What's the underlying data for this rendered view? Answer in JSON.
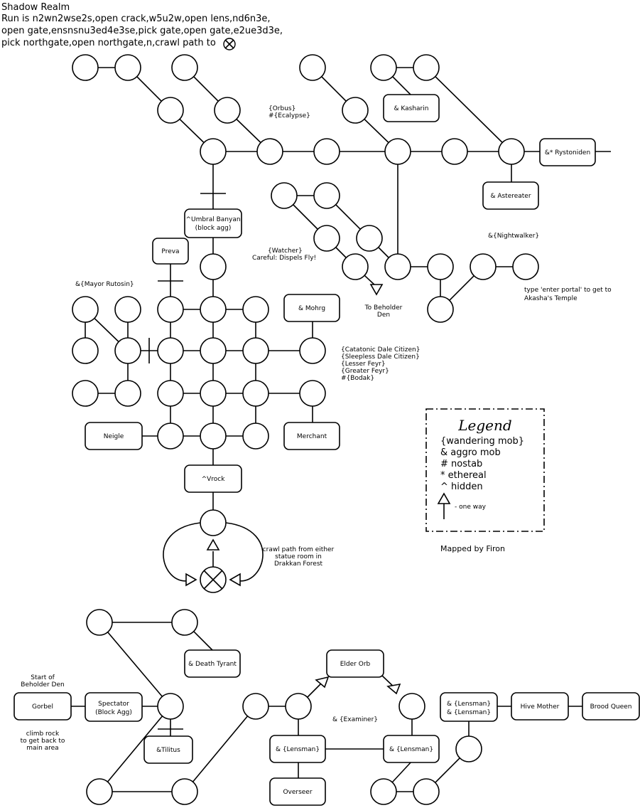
{
  "header": {
    "title": "Shadow Realm",
    "route": [
      "Run is  n2wn2wse2s,open crack,w5u2w,open lens,nd6n3e,",
      "open gate,ensnsnu3ed4e3se,pick gate,open gate,e2ue3d3e,",
      "pick northgate,open northgate,n,crawl path to"
    ]
  },
  "boxes": {
    "kasharin": "& Kasharin",
    "rystoniden": "&* Rystoniden",
    "astereater": "& Astereater",
    "umbral": [
      "^Umbral Banyan",
      "(block agg)"
    ],
    "preva": "Preva",
    "mohrg": "& Mohrg",
    "neigle": "Neigle",
    "merchant": "Merchant",
    "vrock": "^Vrock",
    "death_tyrant": "& Death Tyrant",
    "elder_orb": "Elder Orb",
    "gorbel": "Gorbel",
    "spectator": [
      "Spectator",
      "(Block Agg)"
    ],
    "tilitus": "&Tilitus",
    "lensman_left": "& {Lensman}",
    "lensman_right": "& {Lensman}",
    "overseer": "Overseer",
    "lensman_pair": [
      "& {Lensman}",
      "& {Lensman}"
    ],
    "hive_mother": "Hive Mother",
    "brood_queen": "Brood Queen"
  },
  "labels": {
    "orbus": [
      "{Orbus}",
      "#{Ecalypse}"
    ],
    "watcher": [
      "{Watcher}",
      "Careful: Dispels Fly!"
    ],
    "beholder_den": [
      "To Beholder",
      "Den"
    ],
    "nightwalker": "&{Nightwalker}",
    "portal": [
      "type 'enter portal' to get to",
      "Akasha's Temple"
    ],
    "mayor": "&{Mayor Rutosin}",
    "dale_mobs": [
      "{Catatonic Dale Citizen}",
      "{Sleepless Dale Citizen}",
      "{Lesser Feyr}",
      "{Greater Feyr}",
      "#{Bodak}"
    ],
    "crawl": [
      "crawl path from either",
      "statue room in",
      "Drakkan Forest"
    ],
    "start": [
      "Start of",
      "Beholder Den"
    ],
    "climb": [
      "climb rock",
      "to get back to",
      "main area"
    ],
    "examiner": "& {Examiner}"
  },
  "legend": {
    "title": "Legend",
    "items": [
      "{wandering mob}",
      "& aggro mob",
      "# nostab",
      "* ethereal",
      "^ hidden"
    ],
    "oneway": "- one way",
    "credit": "Mapped by Firon"
  }
}
